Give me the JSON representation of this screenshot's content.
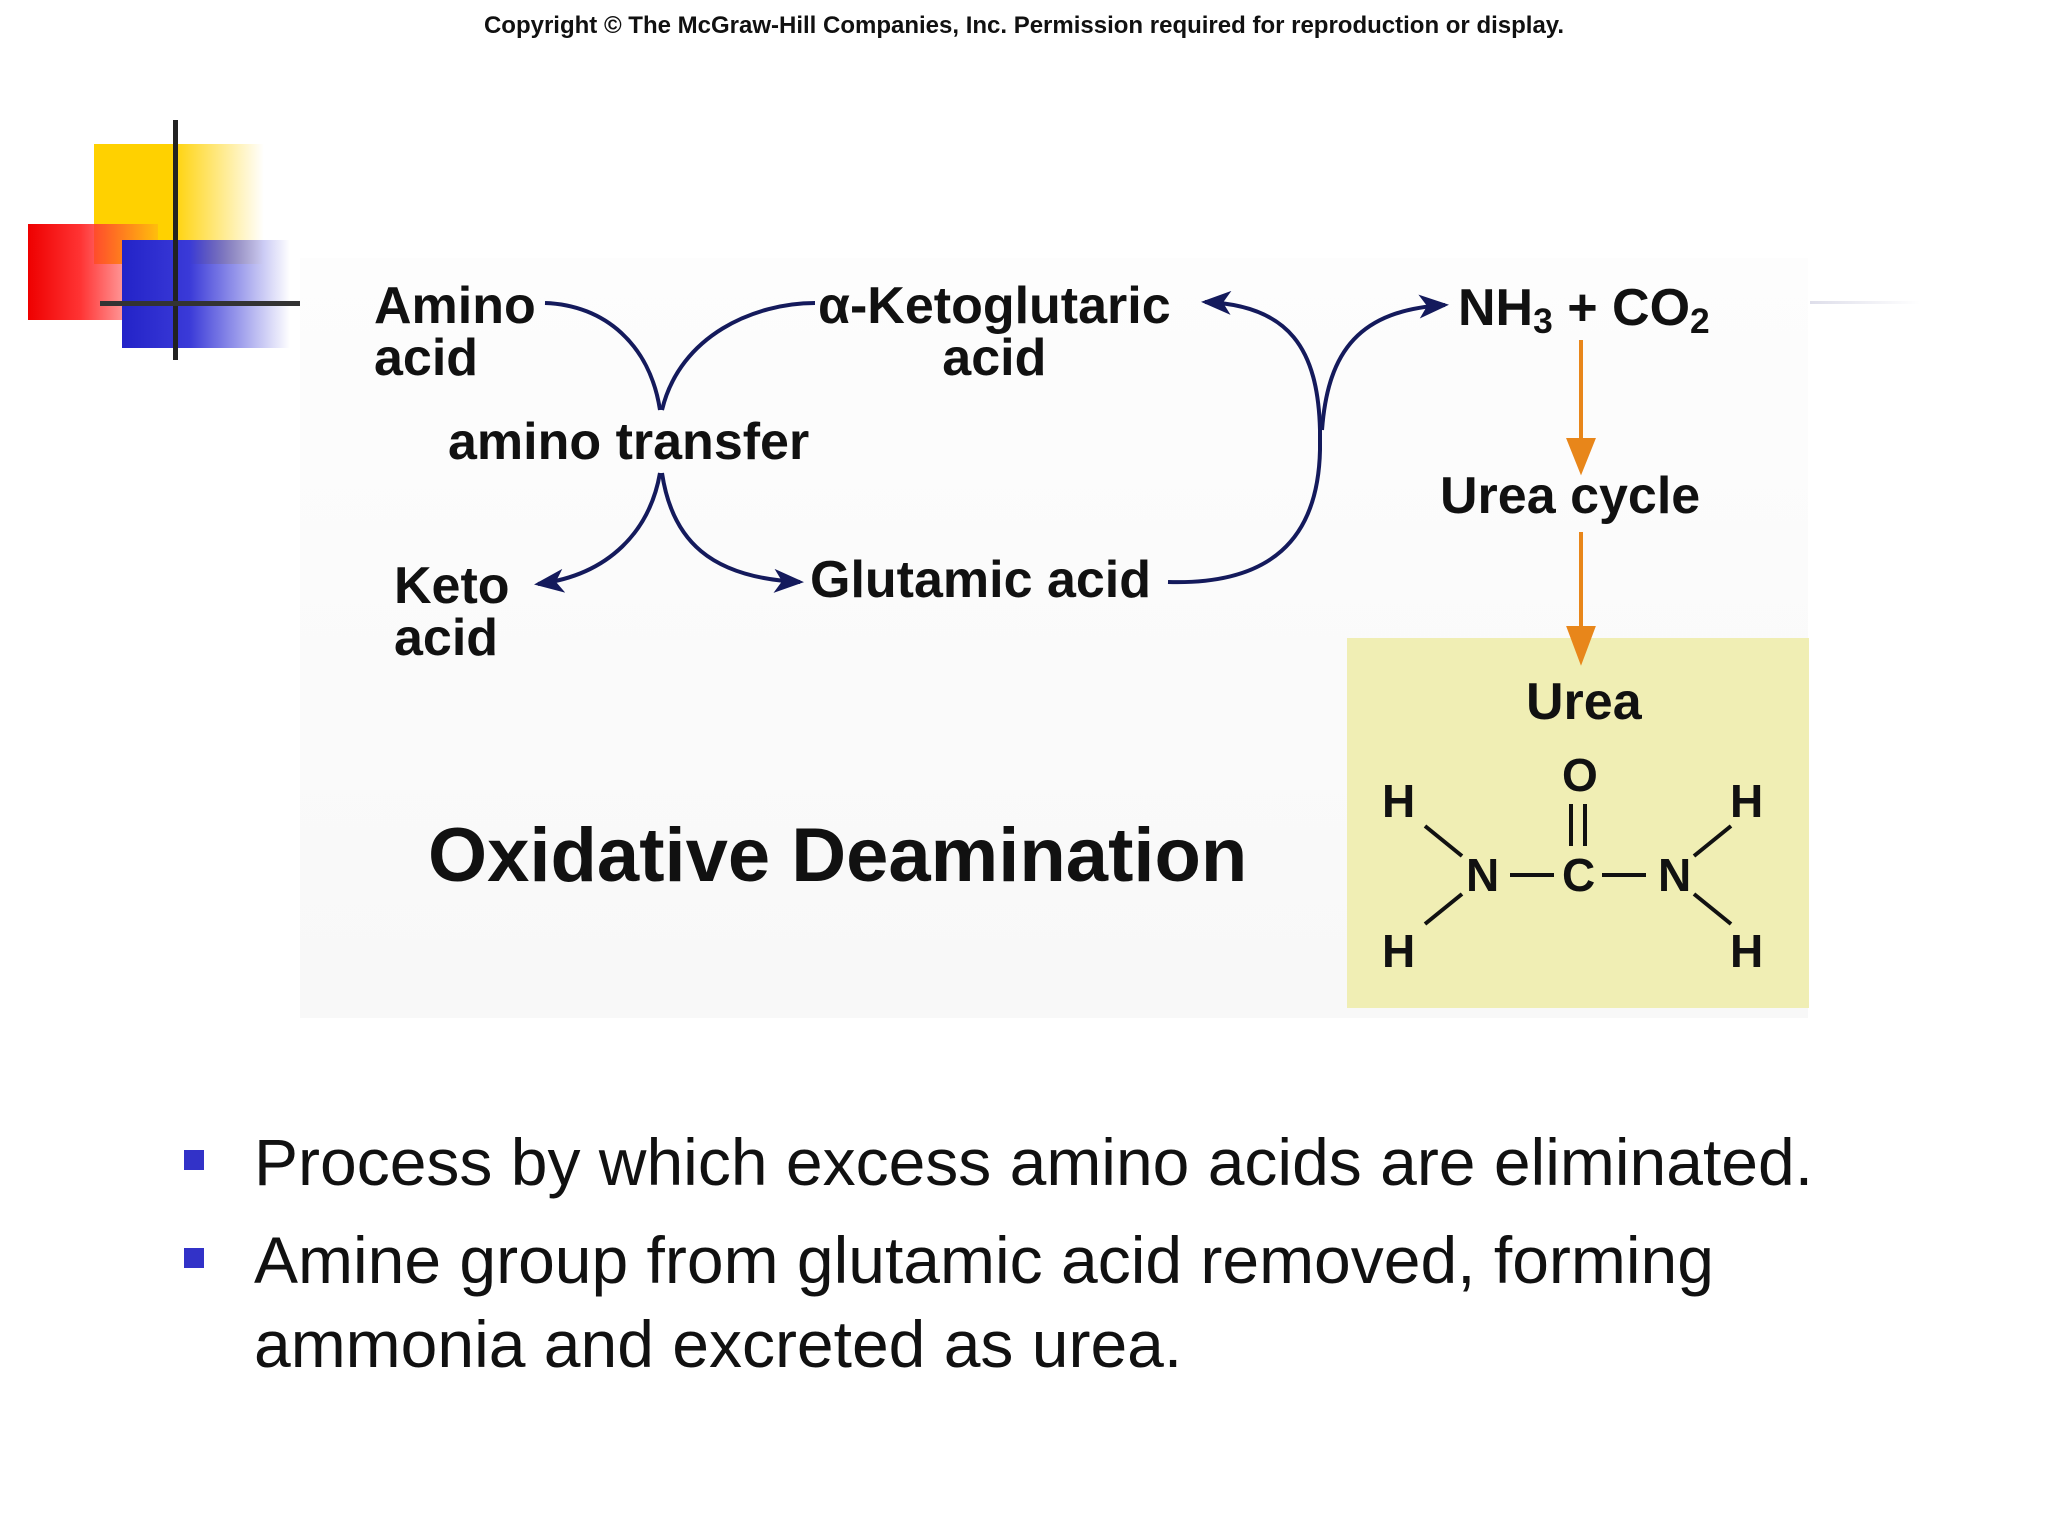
{
  "copyright": "Copyright © The McGraw-Hill Companies, Inc. Permission required for reproduction or display.",
  "diagram": {
    "amino_acid_line1": "Amino",
    "amino_acid_line2": "acid",
    "keto_ketoglutaric_line1": "α-Ketoglutaric",
    "keto_ketoglutaric_line2": "acid",
    "nh3": "NH",
    "nh3_sub": "3",
    "plus": " + ",
    "co2": "CO",
    "co2_sub": "2",
    "amino_transfer": "amino transfer",
    "urea_cycle": "Urea cycle",
    "keto_acid_line1": "Keto",
    "keto_acid_line2": "acid",
    "glutamic_acid": "Glutamic acid",
    "urea": "Urea",
    "title": "Oxidative Deamination",
    "molecule": {
      "O": "O",
      "C": "C",
      "N_left": "N",
      "N_right": "N",
      "H_top_left": "H",
      "H_bottom_left": "H",
      "H_top_right": "H",
      "H_bottom_right": "H"
    },
    "colors": {
      "arrow_dark": "#141a5c",
      "arrow_orange": "#e8861a",
      "urea_box": "#f0eeb4"
    }
  },
  "bullets": [
    {
      "text": "Process by which excess amino acids are eliminated."
    },
    {
      "text": "Amine group from glutamic acid removed, forming ammonia and excreted as urea."
    }
  ],
  "bullet_color": "#3232c8"
}
